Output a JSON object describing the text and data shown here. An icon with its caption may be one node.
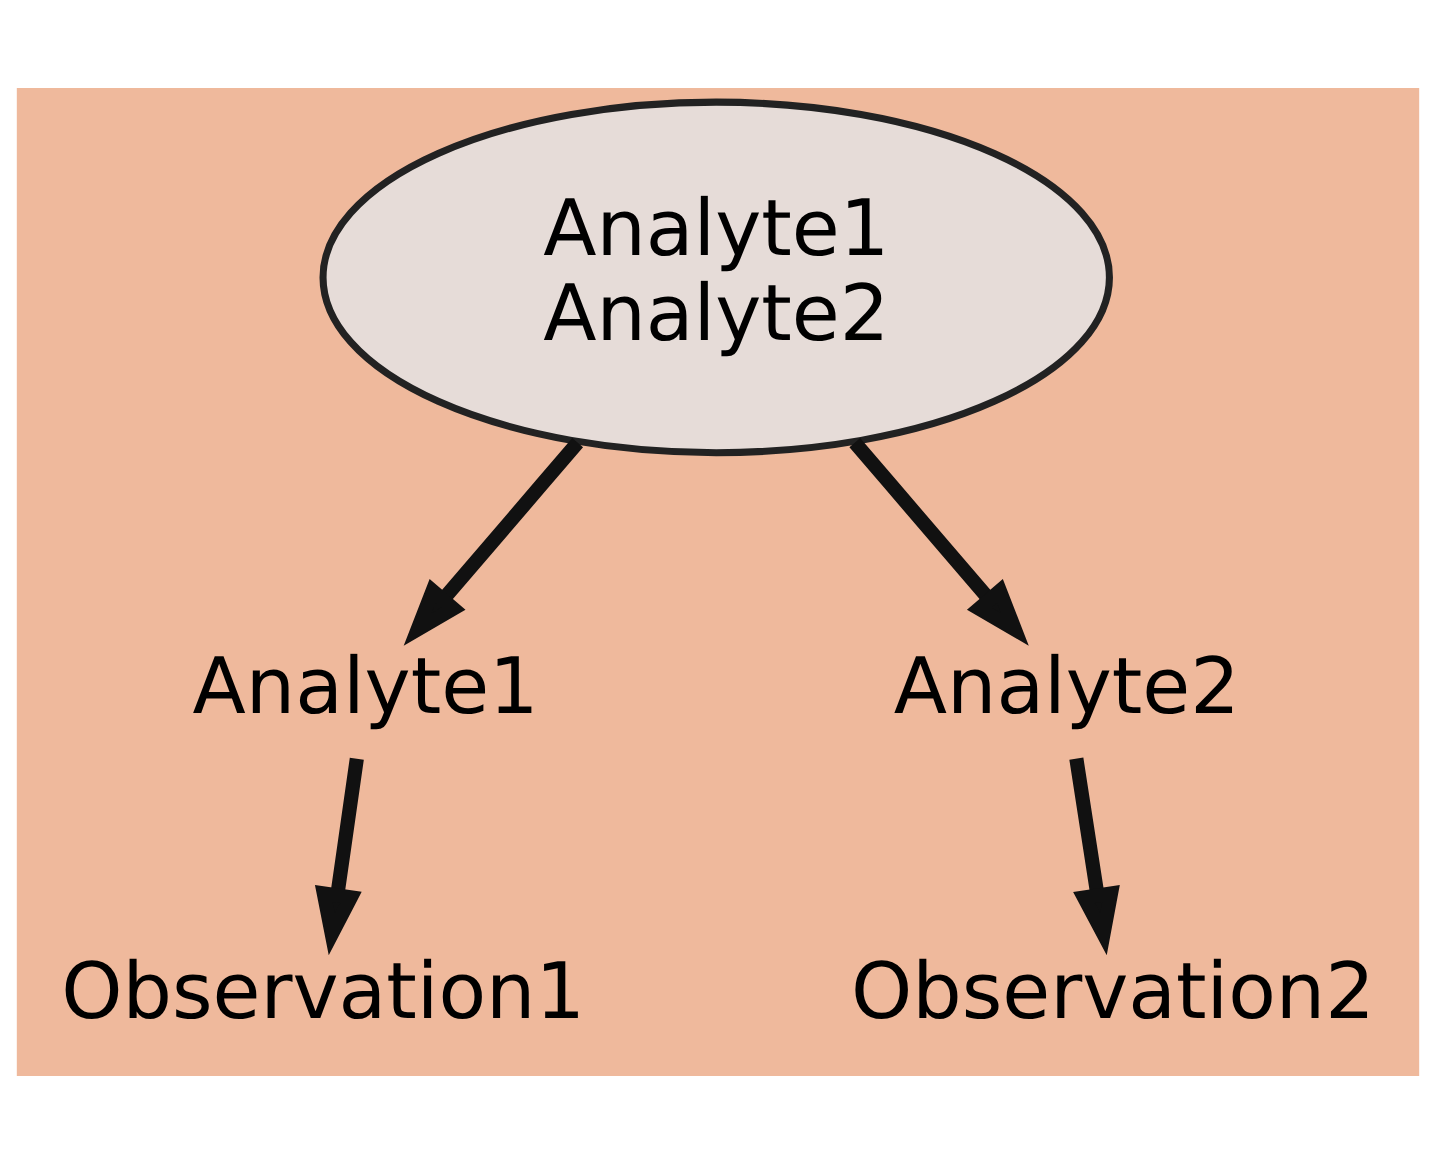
{
  "diagram": {
    "nodes": [
      {
        "text": [
          "Analyte1",
          "Analyte2"
        ]
      },
      {
        "text": [
          "Analyte1"
        ]
      },
      {
        "text": [
          "Analyte2"
        ]
      },
      {
        "text": [
          "Observation1"
        ]
      },
      {
        "text": [
          "Observation2"
        ]
      }
    ],
    "edges": [
      {
        "from": 0,
        "to": 1,
        "arrow": "to"
      },
      {
        "from": 0,
        "to": 2,
        "arrow": "to"
      },
      {
        "from": 1,
        "to": 3,
        "arrow": "to"
      },
      {
        "from": 2,
        "to": 4,
        "arrow": "to"
      }
    ]
  }
}
